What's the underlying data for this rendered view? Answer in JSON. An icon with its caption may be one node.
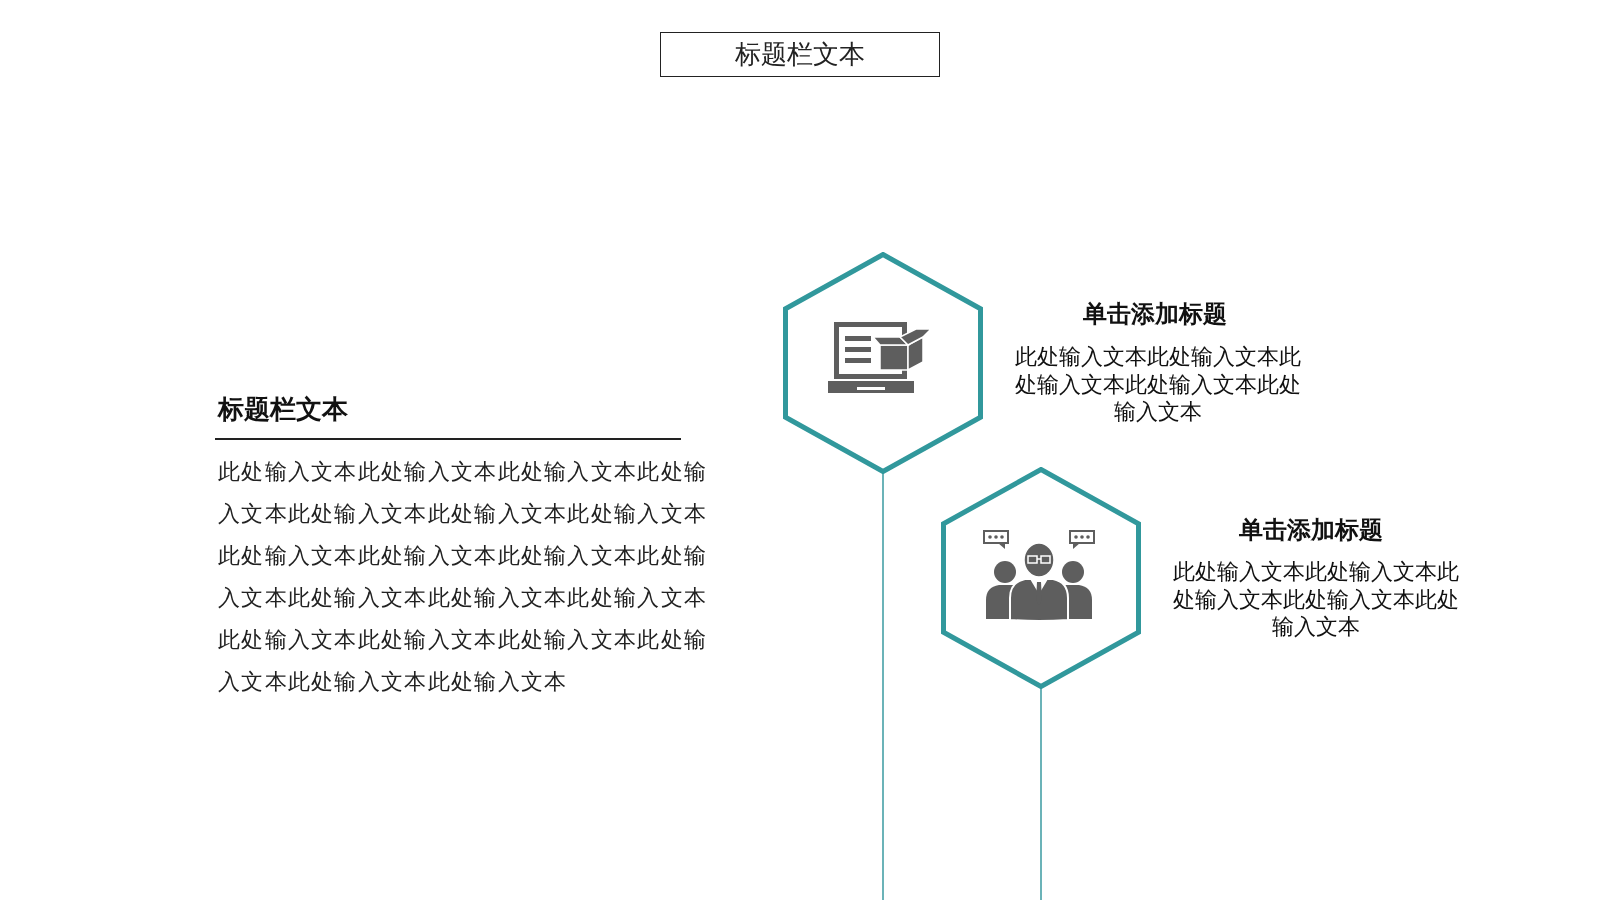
{
  "diagram": {
    "title": "标题栏文本",
    "nodes": [
      {
        "text": [],
        "shape": "hexagon",
        "beside": [
          "单击添加标题",
          "此处输入文本此处输入文本此处输入文本此处输入文本此处输入文本"
        ]
      },
      {
        "text": [],
        "shape": "hexagon",
        "beside": [
          "单击添加标题",
          "此处输入文本此处输入文本此处输入文本此处输入文本此处输入文本"
        ]
      }
    ],
    "edges": [
      {
        "from": 0,
        "to": null,
        "arrow": "none"
      },
      {
        "from": 1,
        "to": null,
        "arrow": "none"
      }
    ],
    "labels": [
      "标题栏文本",
      "此处输入文本此处输入文本此处输入文本此处输入文本此处输入文本此处输入文本此处输入文本此处输入文本此处输入文本此处输入文本此处输入文本此处输入文本此处输入文本此处输入文本此处输入文本此处输入文本此处输入文本此处输入文本此处输入文本此处输入文本"
    ]
  }
}
